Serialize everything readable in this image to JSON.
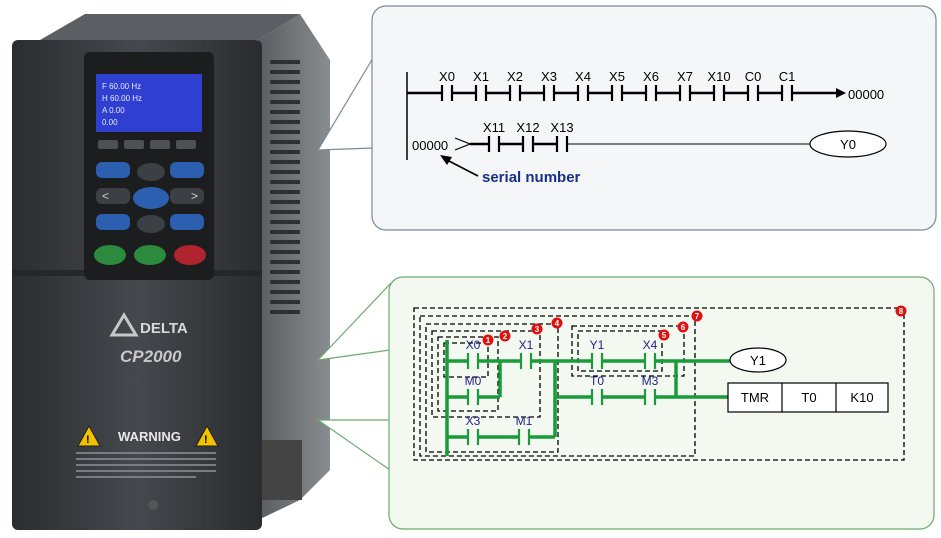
{
  "device": {
    "brand": "DELTA",
    "model": "CP2000",
    "warning": "WARNING",
    "lcd_lines": [
      "F  60.00 Hz",
      "H  60.00 Hz",
      "A   0.00",
      "  0.00"
    ]
  },
  "top_diagram": {
    "row1_contacts": [
      "X0",
      "X1",
      "X2",
      "X3",
      "X4",
      "X5",
      "X6",
      "X7",
      "X10",
      "C0",
      "C1"
    ],
    "row1_end": "00000",
    "row2_start": "00000",
    "row2_contacts": [
      "X11",
      "X12",
      "X13"
    ],
    "coil": "Y0",
    "annotation": "serial number"
  },
  "bottom_diagram": {
    "contacts": {
      "x0": "X0",
      "x1": "X1",
      "m0": "M0",
      "x3": "X3",
      "m1": "M1",
      "y1": "Y1",
      "x4": "X4",
      "t0": "T0",
      "m3": "M3"
    },
    "coil": "Y1",
    "tmr_cells": [
      "TMR",
      "T0",
      "K10"
    ],
    "block_numbers": [
      "1",
      "2",
      "3",
      "4",
      "5",
      "6",
      "7",
      "8"
    ]
  },
  "colors": {
    "panel_border": "#7a8a9a",
    "panel_border_green": "#6cab6c",
    "green_wire": "#1a9b3a",
    "device_body": "#3a3d40",
    "marker": "#e01010"
  }
}
